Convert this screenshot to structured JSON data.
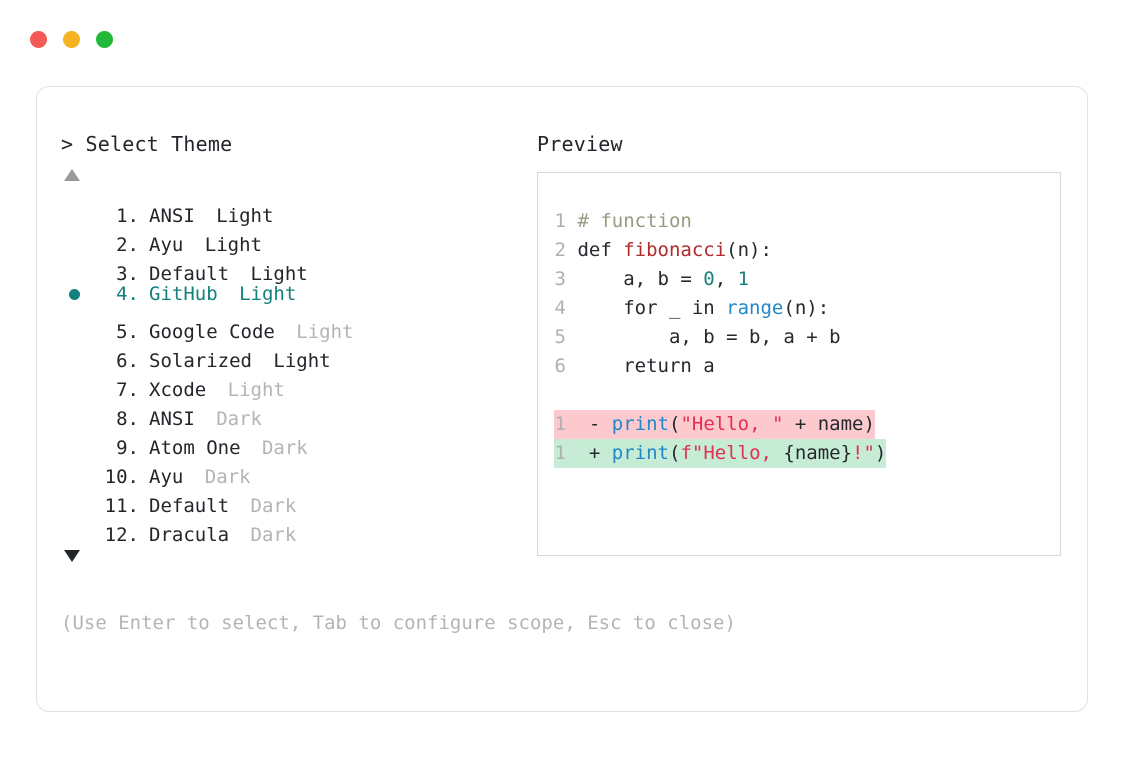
{
  "window": {
    "traffic_lights": [
      {
        "name": "close",
        "color": "#f45b56"
      },
      {
        "name": "minimize",
        "color": "#f5b324"
      },
      {
        "name": "maximize",
        "color": "#22b839"
      }
    ]
  },
  "accent": {
    "selected_color": "#12807e",
    "muted_color": "#b4b4b7",
    "text_color": "#22252a",
    "border_color": "#e2e2e4"
  },
  "left": {
    "heading": "> Select Theme",
    "scroll_up_icon": "triangle-up-icon",
    "scroll_down_icon": "triangle-down-icon",
    "scroll_up_active": false,
    "scroll_down_active": true,
    "selected_index": 4,
    "items": [
      {
        "index": "1.",
        "name": "ANSI",
        "suffix": "Light",
        "suffix_muted": false,
        "selected": false
      },
      {
        "index": "2.",
        "name": "Ayu",
        "suffix": "Light",
        "suffix_muted": false,
        "selected": false
      },
      {
        "index": "3.",
        "name": "Default",
        "suffix": "Light",
        "suffix_muted": false,
        "selected": false
      },
      {
        "index": "4.",
        "name": "GitHub",
        "suffix": "Light",
        "suffix_muted": false,
        "selected": true
      },
      {
        "index": "5.",
        "name": "Google Code",
        "suffix": "Light",
        "suffix_muted": true,
        "selected": false
      },
      {
        "index": "6.",
        "name": "Solarized",
        "suffix": "Light",
        "suffix_muted": false,
        "selected": false
      },
      {
        "index": "7.",
        "name": "Xcode",
        "suffix": "Light",
        "suffix_muted": true,
        "selected": false
      },
      {
        "index": "8.",
        "name": "ANSI",
        "suffix": "Dark",
        "suffix_muted": true,
        "selected": false
      },
      {
        "index": "9.",
        "name": "Atom One",
        "suffix": "Dark",
        "suffix_muted": true,
        "selected": false
      },
      {
        "index": "10.",
        "name": "Ayu",
        "suffix": "Dark",
        "suffix_muted": true,
        "selected": false
      },
      {
        "index": "11.",
        "name": "Default",
        "suffix": "Dark",
        "suffix_muted": true,
        "selected": false
      },
      {
        "index": "12.",
        "name": "Dracula",
        "suffix": "Dark",
        "suffix_muted": true,
        "selected": false
      }
    ]
  },
  "right": {
    "heading": "Preview",
    "code_lines": [
      {
        "no": "1",
        "kind": "normal",
        "tokens": [
          {
            "t": "# function",
            "c": "t-com"
          }
        ]
      },
      {
        "no": "2",
        "kind": "normal",
        "tokens": [
          {
            "t": "def ",
            "c": "t-kw"
          },
          {
            "t": "fibonacci",
            "c": "t-fn"
          },
          {
            "t": "(n):",
            "c": "t-plain"
          }
        ]
      },
      {
        "no": "3",
        "kind": "normal",
        "tokens": [
          {
            "t": "    a, b = ",
            "c": "t-plain"
          },
          {
            "t": "0",
            "c": "t-num"
          },
          {
            "t": ", ",
            "c": "t-plain"
          },
          {
            "t": "1",
            "c": "t-num"
          }
        ]
      },
      {
        "no": "4",
        "kind": "normal",
        "tokens": [
          {
            "t": "    for _ in ",
            "c": "t-plain"
          },
          {
            "t": "range",
            "c": "t-bi"
          },
          {
            "t": "(n):",
            "c": "t-plain"
          }
        ]
      },
      {
        "no": "5",
        "kind": "normal",
        "tokens": [
          {
            "t": "        a, b = b, a + b",
            "c": "t-plain"
          }
        ]
      },
      {
        "no": "6",
        "kind": "normal",
        "tokens": [
          {
            "t": "    return a",
            "c": "t-plain"
          }
        ]
      },
      {
        "no": "",
        "kind": "blank",
        "tokens": []
      },
      {
        "no": "1",
        "kind": "del",
        "tokens": [
          {
            "t": " - ",
            "c": "t-plain"
          },
          {
            "t": "print",
            "c": "t-bi"
          },
          {
            "t": "(",
            "c": "t-plain"
          },
          {
            "t": "\"Hello, \"",
            "c": "t-str"
          },
          {
            "t": " + name)",
            "c": "t-plain"
          }
        ]
      },
      {
        "no": "1",
        "kind": "add",
        "tokens": [
          {
            "t": " + ",
            "c": "t-plain"
          },
          {
            "t": "print",
            "c": "t-bi"
          },
          {
            "t": "(",
            "c": "t-plain"
          },
          {
            "t": "f\"Hello, ",
            "c": "t-str"
          },
          {
            "t": "{name}",
            "c": "t-plain"
          },
          {
            "t": "!\"",
            "c": "t-str"
          },
          {
            "t": ")",
            "c": "t-plain"
          }
        ]
      }
    ],
    "syntax_colors": {
      "comment": "#9a9a80",
      "keyword": "#24292e",
      "function": "#b12b2b",
      "builtin": "#2287c8",
      "number": "#17807e",
      "string": "#e03050",
      "diff_removed_bg": "#fcc9ce",
      "diff_added_bg": "#c7ecd6"
    }
  },
  "footer": {
    "hint": "(Use Enter to select, Tab to configure scope, Esc to close)"
  }
}
